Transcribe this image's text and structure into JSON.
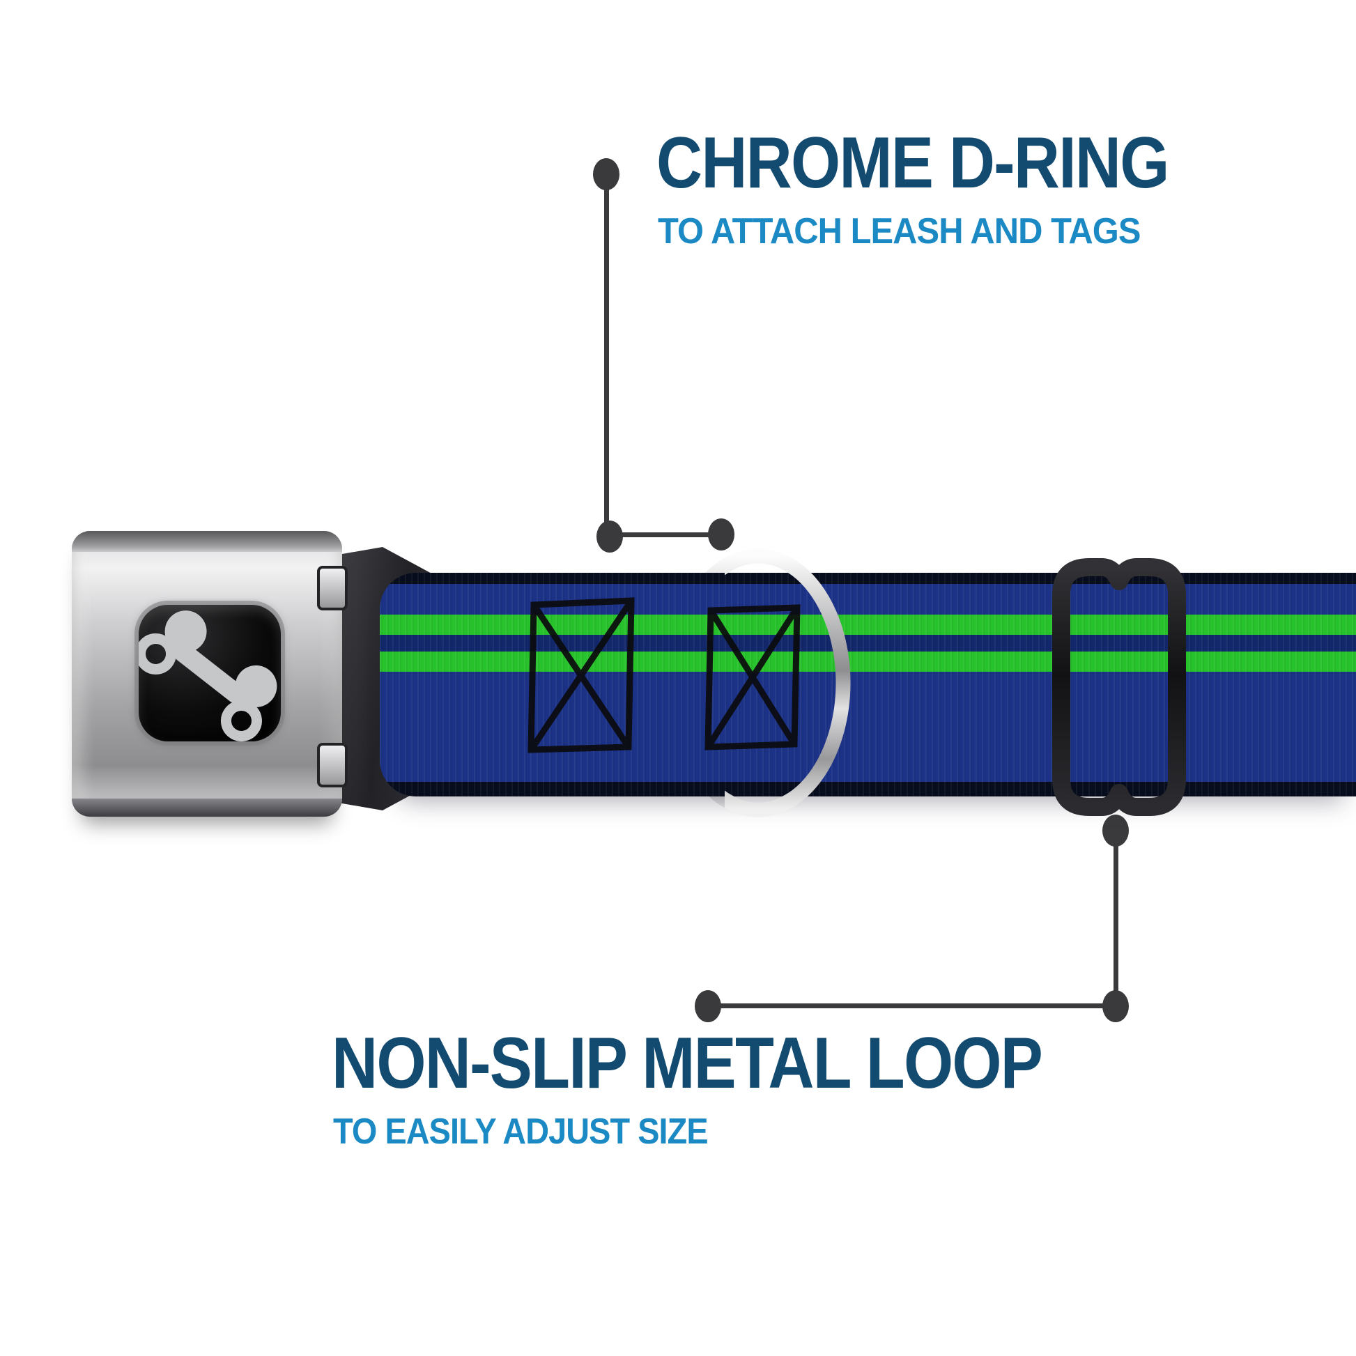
{
  "annotations": {
    "chrome_d_ring": {
      "title": "CHROME D-RING",
      "subtitle": "TO ATTACH LEASH AND TAGS"
    },
    "metal_loop": {
      "title": "NON-SLIP METAL LOOP",
      "subtitle": "TO EASILY ADJUST SIZE"
    }
  },
  "icons": {
    "buckle_center": "dog-bone-icon",
    "hardware": [
      "seatbelt-buckle",
      "chrome-d-ring",
      "black-tri-glide-slider"
    ]
  },
  "colors": {
    "heading_blue": "#134b70",
    "subheading_blue": "#1b89c3",
    "callout_gray": "#3a3a3c",
    "webbing_navy": "#1b3287",
    "webbing_navy_dark": "#13276b",
    "stripe_green": "#28c32c",
    "webbing_edge_black": "#070d1d",
    "slider_black": "#1c1c1f",
    "chrome_light": "#f5f5f6",
    "chrome_dark": "#8a8a8c",
    "bone_gray": "#c6c7c9"
  }
}
